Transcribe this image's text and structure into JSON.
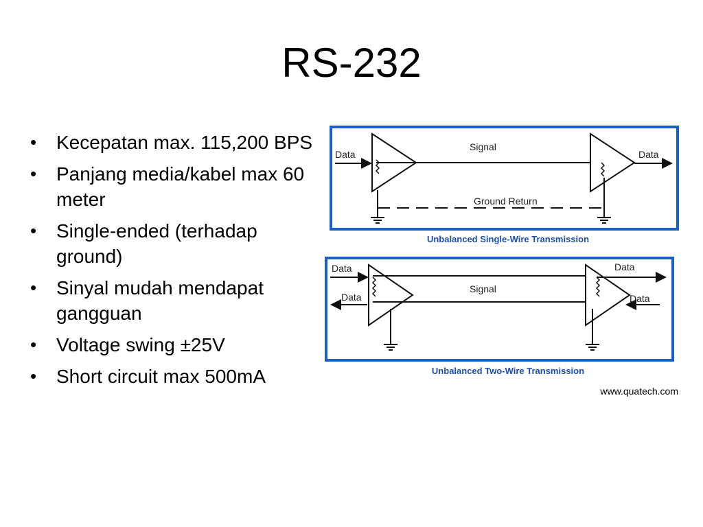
{
  "slide": {
    "title": "RS-232",
    "bullets": [
      "Kecepatan max. 115,200 BPS",
      "Panjang media/kabel max 60 meter",
      "Single-ended (terhadap ground)",
      "Sinyal mudah mendapat gangguan",
      "Voltage swing ±25V",
      "Short circuit max 500mA"
    ],
    "source": "www.quatech.com"
  },
  "diagram1": {
    "caption": "Unbalanced Single-Wire Transmission",
    "data_in": "Data",
    "data_out": "Data",
    "signal": "Signal",
    "ground_return": "Ground Return"
  },
  "diagram2": {
    "caption": "Unbalanced Two-Wire Transmission",
    "data_left_top": "Data",
    "data_left_bottom": "Data",
    "data_right_top": "Data",
    "data_right_bottom": "Data",
    "signal": "Signal"
  },
  "colors": {
    "border": "#1a5fc4",
    "caption": "#1a4fae"
  }
}
